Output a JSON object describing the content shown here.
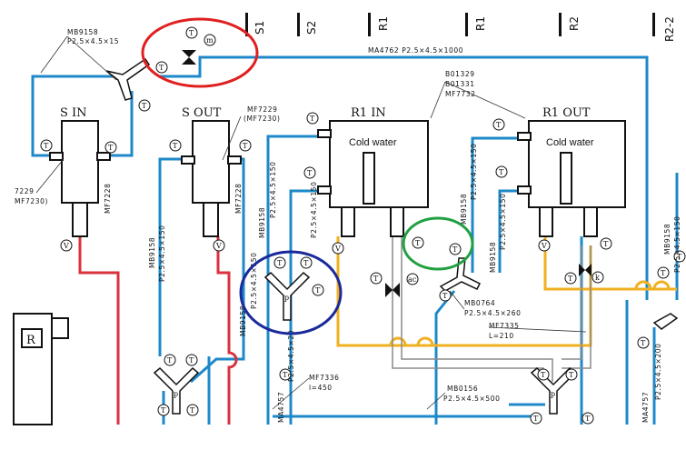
{
  "headers": [
    "S1",
    "S2",
    "R1",
    "R1",
    "R2",
    "R2-2"
  ],
  "tanks": {
    "s_in": "S IN",
    "s_out": "S OUT",
    "r1_in": "R1 IN",
    "r1_out": "R1 OUT",
    "cold_water_1": "Cold water",
    "cold_water_2": "Cold water"
  },
  "part_labels": {
    "mb9158_top": "MB9158",
    "p_top": "P2.5×4.5×15",
    "ma4762": "MA4762  P2.5×4.5×1000",
    "b01329": "B01329",
    "b01331": "B01331",
    "mf7732": "MF7732",
    "mf7229_a": "MF7229",
    "mf7230_a": "(MF7230)",
    "mf7228_a": "MF7228",
    "mf7229_b": "7229",
    "mf7230_b": "MF7230)",
    "mf7228_b": "MF7228",
    "mb9158_left": "MB9158",
    "p_left": "P2.5×4.5×150",
    "mb9158_mid": "MB9158",
    "p_mid": "P2.5×4.5×150",
    "p_mid2": "P2.5×4.5×150",
    "mb9158_r1": "MB9158",
    "p_r1": "P2.5×4.5×150",
    "mb9158_r2": "MB9158",
    "p_r2": "P2.5×4.5×150",
    "mb0764": "MB0764",
    "p_260": "P2.5×4.5×260",
    "mf7335": "MF7335",
    "l210": "L=210",
    "mf7336": "MF7336",
    "l450": "l=450",
    "mb0156": "MB0156",
    "p_500": "P2.5×4.5×500",
    "ma4757": "MA4757",
    "p_20": "P2.5×4.5×20",
    "mb9158_far": "MB9158",
    "p_far": "P2.5×4.5×150",
    "ma4757_far": "MA4757",
    "p_far_200": "P2.5×4.5×200",
    "mb9158_s": "MB9158",
    "p_s": "P2.5×4.5×150"
  },
  "symbols": {
    "t": "T",
    "v": "V",
    "m": "m",
    "p": "p",
    "r": "R",
    "ac": "ac",
    "k": "k"
  },
  "colors": {
    "pipe_blue": "#1e88c8",
    "pipe_red": "#d9323d",
    "pipe_yellow": "#f0b020",
    "pipe_gray": "#8a8a8a",
    "highlight_red": "#e02020",
    "highlight_blue": "#1a2a9a",
    "highlight_green": "#20a040"
  }
}
